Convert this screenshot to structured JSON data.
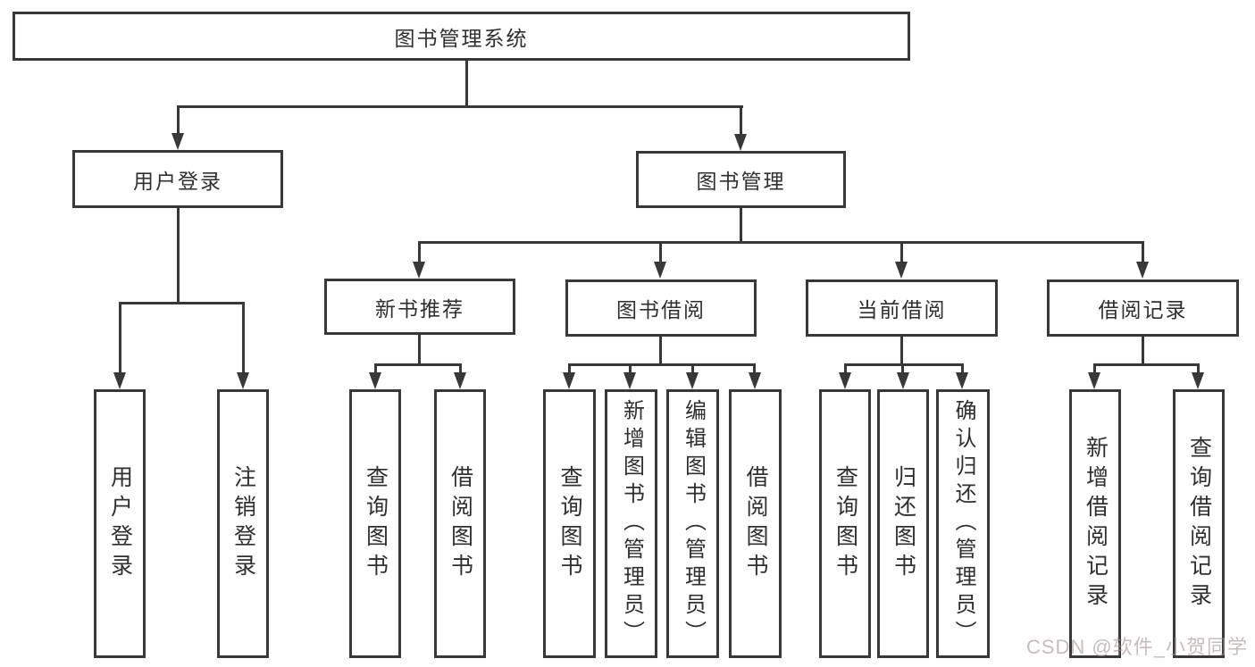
{
  "diagram": {
    "root": "图书管理系统",
    "login_branch": {
      "label": "用户登录",
      "children": [
        "用户登录",
        "注销登录"
      ]
    },
    "mgmt_branch": {
      "label": "图书管理",
      "groups": [
        {
          "label": "新书推荐",
          "children": [
            "查询图书",
            "借阅图书"
          ]
        },
        {
          "label": "图书借阅",
          "children": [
            "查询图书",
            "新增图书（管理员）",
            "编辑图书（管理员）",
            "借阅图书"
          ]
        },
        {
          "label": "当前借阅",
          "children": [
            "查询图书",
            "归还图书",
            "确认归还（管理员）"
          ]
        },
        {
          "label": "借阅记录",
          "children": [
            "新增借阅记录",
            "查询借阅记录"
          ]
        }
      ]
    }
  },
  "watermark": {
    "text": "CSDN @软件_小贺同学"
  },
  "colors": {
    "line": "#383838",
    "box_bg": "#ffffff",
    "watermark": "#a69898"
  }
}
